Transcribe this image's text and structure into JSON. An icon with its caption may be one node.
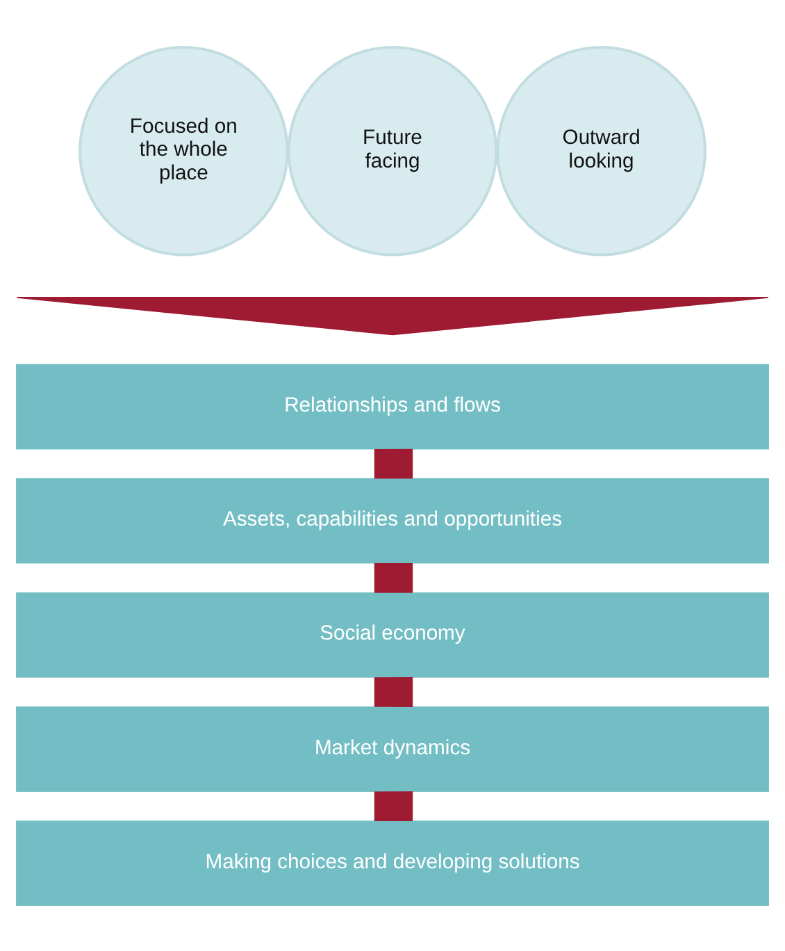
{
  "diagram": {
    "nodes": [
      {
        "text": [
          "Focused on the whole place"
        ]
      },
      {
        "text": [
          "Future facing"
        ]
      },
      {
        "text": [
          "Outward looking"
        ]
      },
      {
        "text": [],
        "shape": "triangle"
      },
      {
        "text": [
          "Relationships and flows"
        ]
      },
      {
        "text": [
          "Assets, capabilities and opportunities"
        ]
      },
      {
        "text": [
          "Social economy"
        ]
      },
      {
        "text": [
          "Market dynamics"
        ]
      },
      {
        "text": [
          "Making choices and developing solutions"
        ]
      }
    ],
    "edges": [
      {
        "from": 4,
        "to": 5,
        "arrow": "none"
      },
      {
        "from": 5,
        "to": 6,
        "arrow": "none"
      },
      {
        "from": 6,
        "to": 7,
        "arrow": "none"
      },
      {
        "from": 7,
        "to": 8,
        "arrow": "none"
      }
    ]
  }
}
